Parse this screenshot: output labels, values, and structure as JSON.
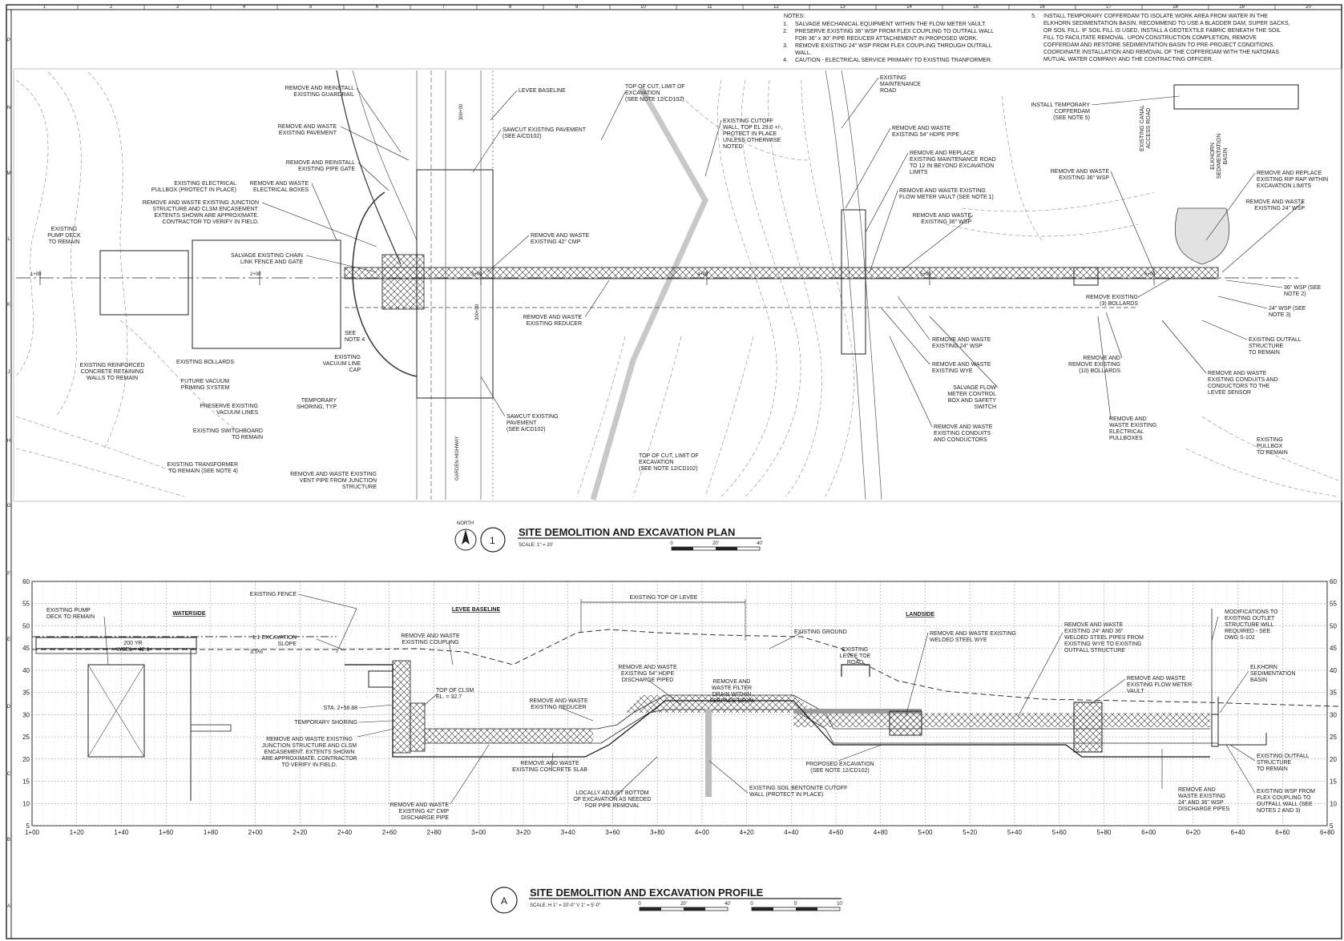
{
  "sheet": {
    "column_numbers": [
      "1",
      "2",
      "3",
      "4",
      "5",
      "6",
      "7",
      "8",
      "9",
      "10",
      "11",
      "12",
      "13",
      "14",
      "15",
      "16",
      "17",
      "18",
      "19",
      "20"
    ],
    "row_letters": [
      "P",
      "N",
      "M",
      "L",
      "K",
      "J",
      "H",
      "G",
      "F",
      "E",
      "D",
      "C",
      "B",
      "A"
    ]
  },
  "notes": {
    "heading": "NOTES:",
    "items": [
      {
        "num": "1.",
        "lines": [
          "SALVAGE MECHANICAL EQUIPMENT WITHIN THE FLOW METER VAULT."
        ]
      },
      {
        "num": "2.",
        "lines": [
          "PRESERVE EXISTING 36\" WSP FROM FLEX COUPLING TO OUTFALL WALL",
          "FOR 36\" x 30\" PIPE REDUCER ATTACHEMENT IN PROPOSED WORK."
        ]
      },
      {
        "num": "3.",
        "lines": [
          "REMOVE EXISTING 24\" WSP FROM FLEX COUPLING THROUGH OUTFALL",
          "WALL."
        ]
      },
      {
        "num": "4.",
        "lines": [
          "CAUTION - ELECTRICAL SERVICE PRIMARY TO EXISTING TRANFORMER."
        ]
      },
      {
        "num": "5.",
        "lines": [
          "INSTALL TEMPORARY COFFERDAM TO ISOLATE WORK AREA FROM WATER IN THE",
          "ELKHORN SEDIMENTATION BASIN. RECOMMEND TO USE A BLADDER DAM, SUPER SACKS,",
          "OR SOIL FILL. IF SOIL FILL IS USED, INSTALL A GEOTEXTILE FABRIC BENEATH THE SOIL",
          "FILL TO FACILITATE REMOVAL. UPON CONSTRUCTION COMPLETION, REMOVE",
          "COFFERDAM AND RESTORE SEDIMENTATION BASIN TO PRE-PROJECT CONDITIONS.",
          "COORDINATE INSTALLATION AND REMOVAL OF THE COFFERDAM WITH THE NATOMAS",
          "MUTUAL WATER COMPANY AND THE CONTRACTING OFFICER."
        ]
      }
    ]
  },
  "plan": {
    "title": "SITE DEMOLITION AND EXCAVATION PLAN",
    "detail_number": "1",
    "north": "NORTH",
    "scale_text": "SCALE: 1\" = 20'",
    "scale_ticks": [
      "0",
      "20'",
      "40'"
    ],
    "stations": [
      "1+00",
      "2+00",
      "3+00",
      "4+00",
      "5+00",
      "6+00"
    ],
    "road_labels": [
      "GARDEN HIGHWAY",
      "300+00",
      "300+00"
    ],
    "callouts": [
      [
        "REMOVE AND REINSTALL",
        "EXISTING GUARDRAIL"
      ],
      [
        "REMOVE AND WASTE",
        "EXISTING PAVEMENT"
      ],
      [
        "REMOVE AND REINSTALL",
        "EXISTING PIPE GATE"
      ],
      [
        "EXISTING ELECTRICAL",
        "PULLBOX (PROTECT IN PLACE)"
      ],
      [
        "REMOVE AND WASTE",
        "ELECTRICAL BOXES"
      ],
      [
        "REMOVE AND WASTE EXISTING JUNCTION",
        "STRUCTURE AND CLSM ENCASEMENT.",
        "EXTENTS SHOWN ARE APPROXIMATE.",
        "CONTRACTOR TO VERIFY IN FIELD."
      ],
      [
        "EXISTING",
        "PUMP DECK",
        "TO REMAIN"
      ],
      [
        "SALVAGE EXISTING CHAIN",
        "LINK FENCE AND GATE"
      ],
      [
        "EXISTING REINFORCED",
        "CONCRETE RETAINING",
        "WALLS TO REMAIN"
      ],
      [
        "EXISTING BOLLARDS"
      ],
      [
        "FUTURE VACUUM",
        "PRIMING SYSTEM"
      ],
      [
        "PRESERVE EXISTING",
        "VACUUM LINES"
      ],
      [
        "EXISTING SWITCHBOARD",
        "TO REMAIN"
      ],
      [
        "EXISTING TRANSFORMER",
        "TO REMAIN (SEE NOTE 4)"
      ],
      [
        "REMOVE AND WASTE EXISTING",
        "VENT PIPE FROM JUNCTION",
        "STRUCTURE"
      ],
      [
        "EXISTING",
        "VACUUM LINE",
        "CAP"
      ],
      [
        "TEMPORARY",
        "SHORING, TYP"
      ],
      [
        "SEE",
        "NOTE 4"
      ],
      [
        "LEVEE BASELINE"
      ],
      [
        "SAWCUT EXISTING PAVEMENT",
        "(SEE A/CD102)"
      ],
      [
        "REMOVE AND WASTE",
        "EXISTING 42\" CMP"
      ],
      [
        "REMOVE AND WASTE",
        "EXISTING REDUCER"
      ],
      [
        "SAWCUT EXISTING",
        "PAVEMENT",
        "(SEE A/CD102)"
      ],
      [
        "TOP OF CUT, LIMIT OF",
        "EXCAVATION",
        "(SEE NOTE 12/CD102)"
      ],
      [
        "EXISTING CUTOFF",
        "WALL, TOP EL 29.0 +/-,",
        "PROTECT IN PLACE",
        "UNLESS OTHERWISE",
        "NOTED"
      ],
      [
        "TOP OF CUT, LIMIT OF",
        "EXCAVATION",
        "(SEE NOTE 12/CD102)"
      ],
      [
        "EXISTING",
        "MAINTENANCE",
        "ROAD"
      ],
      [
        "REMOVE AND WASTE",
        "EXISTING 54\" HDPE PIPE"
      ],
      [
        "REMOVE AND REPLACE",
        "EXISTING MAINTENANCE ROAD",
        "TO 12 IN BEYOND EXCAVATION",
        "LIMITS"
      ],
      [
        "REMOVE AND WASTE EXISTING",
        "FLOW METER VAULT (SEE NOTE 1)"
      ],
      [
        "REMOVE AND WASTE",
        "EXISTING 36\" WSP"
      ],
      [
        "REMOVE AND WASTE",
        "EXISTING 24\" WSP"
      ],
      [
        "REMOVE AND WASTE",
        "EXISTING WYE"
      ],
      [
        "SALVAGE FLOW",
        "METER CONTROL",
        "BOX AND SAFETY",
        "SWITCH"
      ],
      [
        "REMOVE AND WASTE",
        "EXISTING CONDUITS",
        "AND CONDUCTORS"
      ],
      [
        "INSTALL TEMPORARY",
        "COFFERDAM",
        "(SEE NOTE 5)"
      ],
      [
        "REMOVE AND WASTE",
        "EXISTING 36\" WSP"
      ],
      [
        "REMOVE AND REPLACE",
        "EXISTING RIP RAP WITHIN",
        "EXCAVATION LIMITS"
      ],
      [
        "REMOVE AND WASTE",
        "EXISTING 24\" WSP"
      ],
      [
        "REMOVE EXISTING",
        "(3) BOLLARDS"
      ],
      [
        "36\" WSP (SEE",
        "NOTE 2)"
      ],
      [
        "24\" WSP (SEE",
        "NOTE 3)"
      ],
      [
        "EXISTING OUTFALL",
        "STRUCTURE",
        "TO REMAIN"
      ],
      [
        "REMOVE AND",
        "REMOVE EXISTING",
        "(10) BOLLARDS"
      ],
      [
        "REMOVE AND WASTE",
        "EXISTING CONDUITS AND",
        "CONDUCTORS TO THE",
        "LEVEE SENSOR"
      ],
      [
        "REMOVE AND",
        "WASTE EXISTING",
        "ELECTRICAL",
        "PULLBOXES"
      ],
      [
        "EXISTING",
        "PULLBOX",
        "TO REMAIN"
      ],
      [
        "EXISTING CANAL",
        "ACCESS ROAD"
      ],
      [
        "ELKHORN",
        "SEDIMENTATION",
        "BASIN"
      ]
    ]
  },
  "profile": {
    "title": "SITE DEMOLITION AND EXCAVATION PROFILE",
    "detail_letter": "A",
    "scale_text": "SCALE: H 1\" = 20'-0\" V 1\" = 5'-0\"",
    "scale_ticks_h": [
      "0",
      "20'",
      "40'"
    ],
    "scale_ticks_v": [
      "0",
      "5'",
      "10'"
    ],
    "y_ticks": [
      "60",
      "55",
      "50",
      "45",
      "40",
      "35",
      "30",
      "25",
      "20",
      "15",
      "10",
      "5"
    ],
    "x_ticks": [
      "1+00",
      "1+20",
      "1+40",
      "1+60",
      "1+80",
      "2+00",
      "2+20",
      "2+40",
      "2+60",
      "2+80",
      "3+00",
      "3+20",
      "3+40",
      "3+60",
      "3+80",
      "4+00",
      "4+20",
      "4+40",
      "4+60",
      "4+80",
      "5+00",
      "5+20",
      "5+40",
      "5+60",
      "5+80",
      "6+00",
      "6+20",
      "6+40",
      "6+60",
      "6+80"
    ],
    "zone_labels": [
      "WATERSIDE",
      "LEVEE BASELINE",
      "LANDSIDE"
    ],
    "callouts": [
      [
        "EXISTING FENCE"
      ],
      [
        "EXISTING PUMP",
        "DECK TO REMAIN"
      ],
      [
        "200 YR",
        "WSEL = 42.1"
      ],
      [
        "1:1 EXCAVATION",
        "SLOPE"
      ],
      [
        "3:5%"
      ],
      [
        "REMOVE AND WASTE",
        "EXISTING COUPLING"
      ],
      [
        "EXISTING TOP OF LEVEE"
      ],
      [
        "EXISTING GROUND"
      ],
      [
        "REMOVE AND WASTE EXISTING",
        "WELDED STEEL WYE"
      ],
      [
        "REMOVE AND WASTE",
        "EXISTING 24\" AND 36\"",
        "WELDED STEEL PIPES FROM",
        "EXISTING WYE TO EXISTING",
        "OUTFALL STRUCTURE"
      ],
      [
        "MODIFICATIONS TO",
        "EXISTING OUTLET",
        "STRUCTURE WILL",
        "REQUIRED - SEE",
        "DWG S-102"
      ],
      [
        "EXISTING",
        "LEVEE TOE",
        "ROAD"
      ],
      [
        "REMOVE AND WASTE",
        "EXISTING 54\" HDPE",
        "DISCHARGE PIPED"
      ],
      [
        "REMOVE AND",
        "WASTE FILTER",
        "DRAIN WITHIN",
        "SEEPAGE BERM"
      ],
      [
        "REMOVE AND WASTE",
        "EXISTING FLOW METER",
        "VAULT"
      ],
      [
        "ELKHORN",
        "SEDIMENTATION",
        "BASIN"
      ],
      [
        "TOP OF CLSM",
        "EL. = 32.7"
      ],
      [
        "REMOVE AND WASTE",
        "EXISTING REDUCER"
      ],
      [
        "STA. 2+58.88"
      ],
      [
        "TEMPORARY SHORING"
      ],
      [
        "REMOVE AND WASTE EXISTING",
        "JUNCTION STRUCTURE AND CLSM",
        "ENCASEMENT. EXTENTS SHOWN",
        "ARE APPROXIMATE. CONTRACTOR",
        "TO VERIFY IN FIELD."
      ],
      [
        "REMOVE AND WASTE",
        "EXISTING CONCRETE SLAB"
      ],
      [
        "PROPOSED EXCAVATION",
        "(SEE NOTE 12/CD102)"
      ],
      [
        "REMOVE AND WASTE",
        "EXISTING 42\" CMP",
        "DISCHARGE PIPE"
      ],
      [
        "LOCALLY ADJUST BOTTOM",
        "OF EXCAVATION AS NEEDED",
        "FOR PIPE REMOVAL"
      ],
      [
        "EXISTING SOIL BENTONITE CUTOFF",
        "WALL (PROTECT IN PLACE)"
      ],
      [
        "EXISTING OUTFALL",
        "STRUCTURE",
        "TO REMAIN"
      ],
      [
        "REMOVE AND",
        "WASTE EXISTING",
        "24\" AND 36\" WSP",
        "DISCHARGE PIPES"
      ],
      [
        "EXISTING WSP FROM",
        "FLEX COUPLING TO",
        "OUTFALL WALL (SEE",
        "NOTES 2 AND 3)"
      ]
    ]
  }
}
